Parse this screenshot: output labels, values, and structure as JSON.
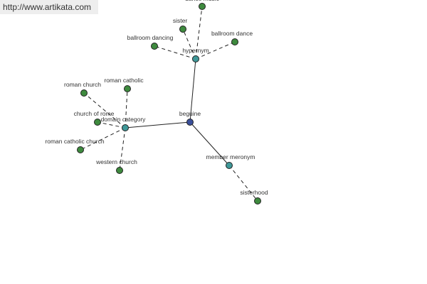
{
  "header": {
    "url": "http://www.artikata.com"
  },
  "colors": {
    "center": "#3a4f9a",
    "relation": "#3f9898",
    "leaf": "#3e8a3e",
    "edge": "#222222"
  },
  "graph": {
    "nodes": [
      {
        "id": "beguine",
        "label": "beguine",
        "kind": "center"
      },
      {
        "id": "hypernym",
        "label": "hypernym",
        "kind": "relation"
      },
      {
        "id": "domain_category",
        "label": "domain category",
        "kind": "relation"
      },
      {
        "id": "member_meronym",
        "label": "member meronym",
        "kind": "relation"
      },
      {
        "id": "dance_music",
        "label": "dance music",
        "kind": "leaf"
      },
      {
        "id": "sister",
        "label": "sister",
        "kind": "leaf"
      },
      {
        "id": "ballroom_dancing",
        "label": "ballroom dancing",
        "kind": "leaf"
      },
      {
        "id": "ballroom_dance",
        "label": "ballroom dance",
        "kind": "leaf"
      },
      {
        "id": "roman_church",
        "label": "roman church",
        "kind": "leaf"
      },
      {
        "id": "roman_catholic",
        "label": "roman catholic",
        "kind": "leaf"
      },
      {
        "id": "church_of_rome",
        "label": "church of rome",
        "kind": "leaf"
      },
      {
        "id": "roman_catholic_church",
        "label": "roman catholic church",
        "kind": "leaf"
      },
      {
        "id": "western_church",
        "label": "western church",
        "kind": "leaf"
      },
      {
        "id": "sisterhood",
        "label": "sisterhood",
        "kind": "leaf"
      }
    ],
    "edges": [
      {
        "from": "beguine",
        "to": "hypernym",
        "style": "solid"
      },
      {
        "from": "beguine",
        "to": "domain_category",
        "style": "solid"
      },
      {
        "from": "beguine",
        "to": "member_meronym",
        "style": "solid"
      },
      {
        "from": "hypernym",
        "to": "dance_music",
        "style": "dashed"
      },
      {
        "from": "hypernym",
        "to": "sister",
        "style": "dashed"
      },
      {
        "from": "hypernym",
        "to": "ballroom_dancing",
        "style": "dashed"
      },
      {
        "from": "hypernym",
        "to": "ballroom_dance",
        "style": "dashed"
      },
      {
        "from": "domain_category",
        "to": "roman_church",
        "style": "dashed"
      },
      {
        "from": "domain_category",
        "to": "roman_catholic",
        "style": "dashed"
      },
      {
        "from": "domain_category",
        "to": "church_of_rome",
        "style": "dashed"
      },
      {
        "from": "domain_category",
        "to": "roman_catholic_church",
        "style": "dashed"
      },
      {
        "from": "domain_category",
        "to": "western_church",
        "style": "dashed"
      },
      {
        "from": "member_meronym",
        "to": "sisterhood",
        "style": "dashed"
      }
    ]
  }
}
